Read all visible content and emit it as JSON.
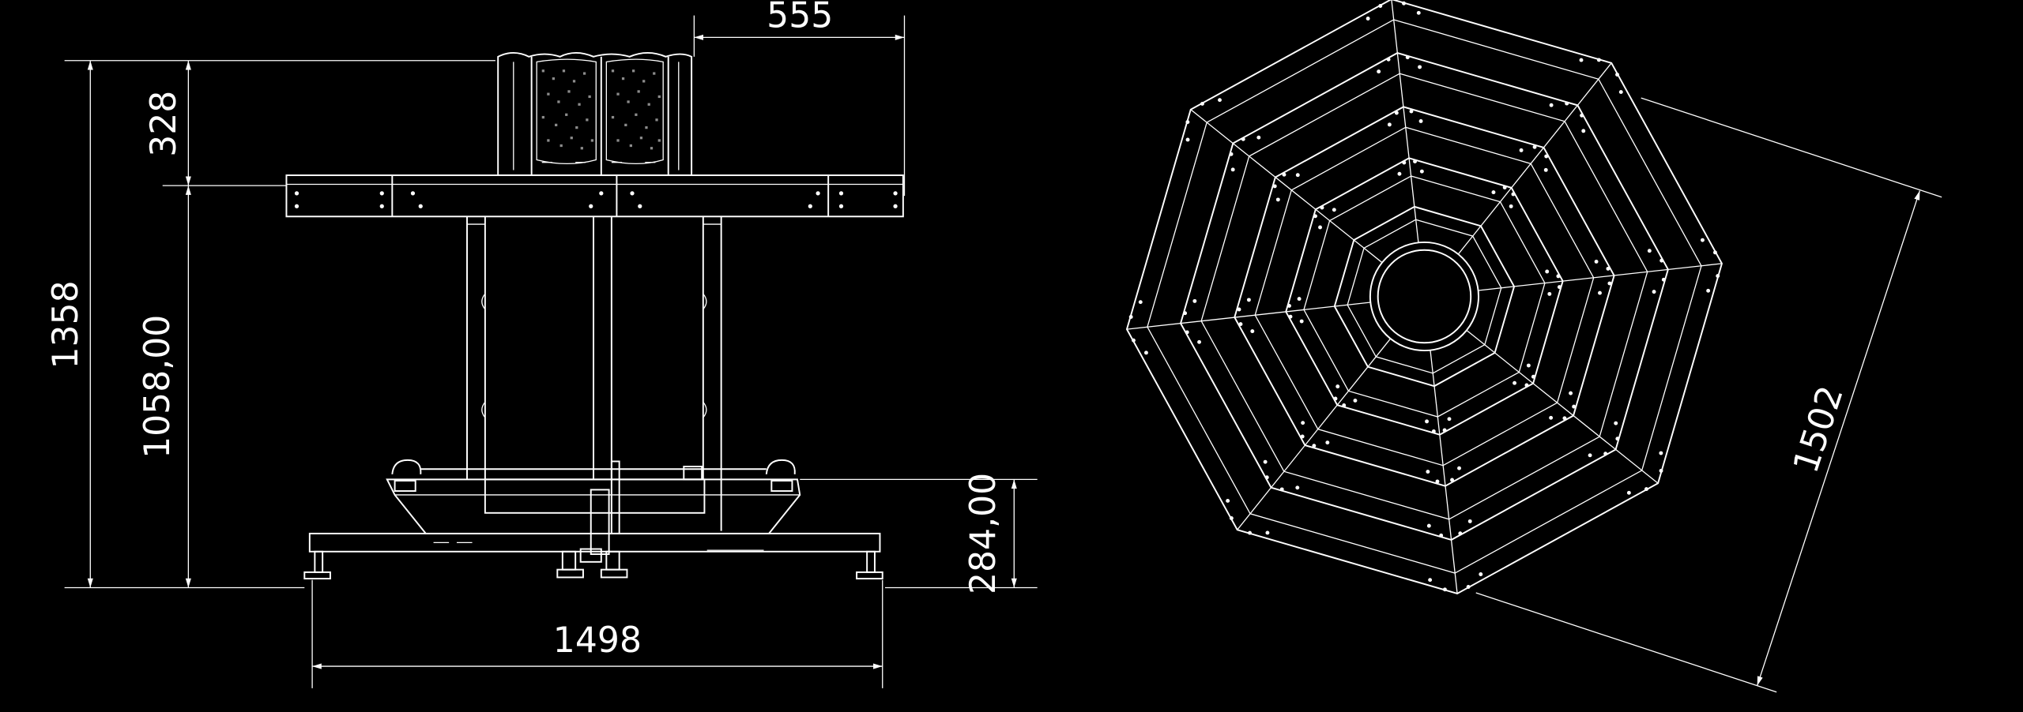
{
  "drawing": {
    "background": "#000000",
    "line_color": "#ffffff",
    "side_view": {
      "dimensions": {
        "total_height": "1358",
        "top_module_height": "328",
        "table_height": "1058,00",
        "top_module_offset": "555",
        "base_height": "284,00",
        "base_width": "1498"
      }
    },
    "top_view": {
      "shape": "octagon",
      "dimensions": {
        "diagonal": "1502"
      }
    }
  }
}
